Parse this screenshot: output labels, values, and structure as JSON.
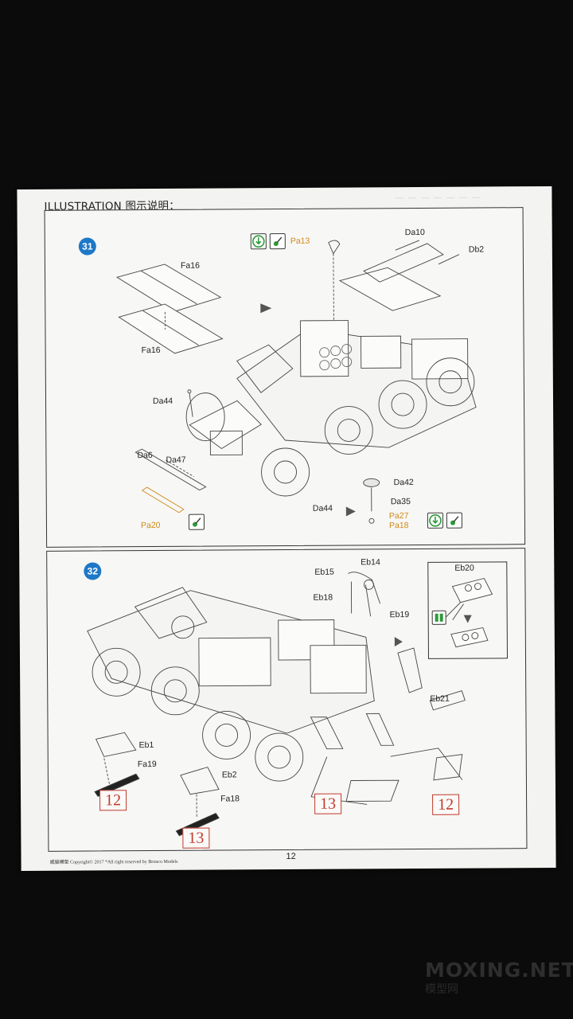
{
  "header": {
    "title": "ILLUSTRATION 图示说明：",
    "ghost_text": "一 一 一 一 一 一 一"
  },
  "step31": {
    "number": "31",
    "labels": {
      "fa16_top": "Fa16",
      "fa16_bottom": "Fa16",
      "da44_left": "Da44",
      "da6": "Da6",
      "da47": "Da47",
      "pa20": "Pa20",
      "da44_wheel": "Da44",
      "pa13": "Pa13",
      "da10": "Da10",
      "db2": "Db2",
      "da42": "Da42",
      "da35": "Da35",
      "pa27": "Pa27",
      "pa18": "Pa18"
    }
  },
  "step32": {
    "number": "32",
    "labels": {
      "eb14": "Eb14",
      "eb15": "Eb15",
      "eb18": "Eb18",
      "eb19": "Eb19",
      "eb20": "Eb20",
      "eb21": "Eb21",
      "eb1": "Eb1",
      "fa19": "Fa19",
      "eb2": "Eb2",
      "fa18": "Fa18"
    },
    "refs": {
      "ref_left_top": "12",
      "ref_left_bottom": "13",
      "ref_mid": "13",
      "ref_right": "12"
    }
  },
  "footer": {
    "brand": "威骏模型  Copyright© 2017 *All right reserved by Bronco Models",
    "page": "12"
  },
  "watermark": {
    "main": "MOXING.NET",
    "sub": "模型网"
  },
  "colors": {
    "step_circle": "#1e78c8",
    "ref_box": "#c0392b",
    "paint_label": "#d08a1a",
    "glue_icon": "#2e9a3a"
  }
}
